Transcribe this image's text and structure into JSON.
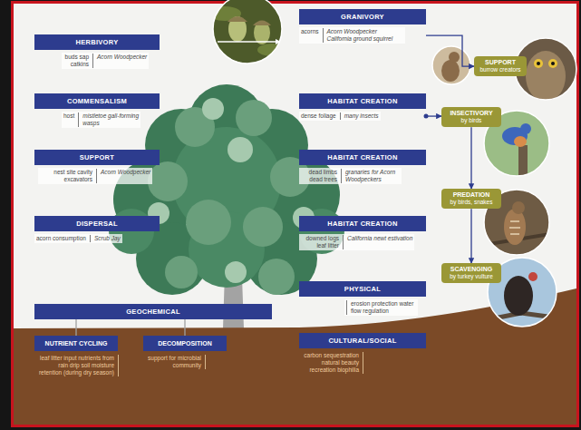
{
  "diagram": {
    "nodes": [
      {
        "text": [
          "HERBIVORY",
          "buds sap catkins",
          "Acorn Woodpecker"
        ]
      },
      {
        "text": [
          "COMMENSALISM",
          "host",
          "mistletoe gall-forming wasps"
        ]
      },
      {
        "text": [
          "SUPPORT",
          "nest site cavity excavators",
          "Acorn Woodpecker"
        ]
      },
      {
        "text": [
          "DISPERSAL",
          "acorn consumption",
          "Scrub Jay"
        ]
      },
      {
        "text": [
          "GEOCHEMICAL"
        ]
      },
      {
        "text": [
          "NUTRIENT CYCLING",
          "leaf litter input nutrients from rain drip soil moisture retention (during dry season)"
        ]
      },
      {
        "text": [
          "DECOMPOSITION",
          "support for microbial community"
        ]
      },
      {
        "text": [
          "GRANIVORY",
          "acorns",
          "Acorn Woodpecker California ground squirrel"
        ]
      },
      {
        "text": [
          "HABITAT CREATION",
          "dense foliage",
          "many insects"
        ]
      },
      {
        "text": [
          "HABITAT CREATION",
          "dead limbs dead trees",
          "granaries for Acorn Woodpeckers"
        ]
      },
      {
        "text": [
          "HABITAT CREATION",
          "downed logs leaf litter",
          "California newt estivation"
        ]
      },
      {
        "text": [
          "PHYSICAL",
          "erosion protection water flow regulation"
        ]
      },
      {
        "text": [
          "CULTURAL/SOCIAL",
          "carbon sequestration natural beauty recreation biophilia"
        ]
      },
      {
        "text": [
          "SUPPORT",
          "burrow creators"
        ]
      },
      {
        "text": [
          "INSECTIVORY",
          "by birds"
        ]
      },
      {
        "text": [
          "PREDATION",
          "by birds, snakes"
        ]
      },
      {
        "text": [
          "SCAVENGING",
          "by turkey vulture"
        ]
      }
    ],
    "edges": [
      {
        "from": 4,
        "to": 5,
        "arrow": "none"
      },
      {
        "from": 4,
        "to": 6,
        "arrow": "none"
      },
      {
        "from": 7,
        "to": 13,
        "arrow": "to"
      },
      {
        "from": 8,
        "to": 14,
        "arrow": "to"
      },
      {
        "from": 14,
        "to": 15,
        "arrow": "to"
      },
      {
        "from": 15,
        "to": 16,
        "arrow": "to"
      }
    ]
  }
}
